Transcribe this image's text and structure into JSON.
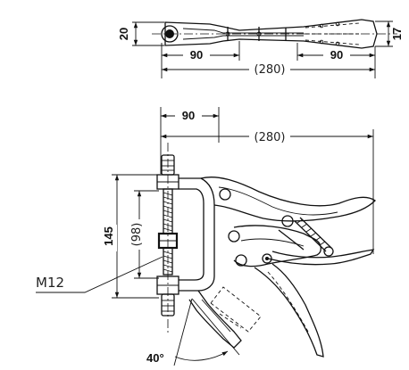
{
  "top_view": {
    "height_left": "20",
    "height_right": "17",
    "length_left": "90",
    "length_right": "90",
    "overall_length": "(280)"
  },
  "front_view": {
    "top_length": "90",
    "overall_length": "(280)",
    "height": "145",
    "inner_height": "(98)",
    "thread": "M12",
    "angle": "40°"
  }
}
